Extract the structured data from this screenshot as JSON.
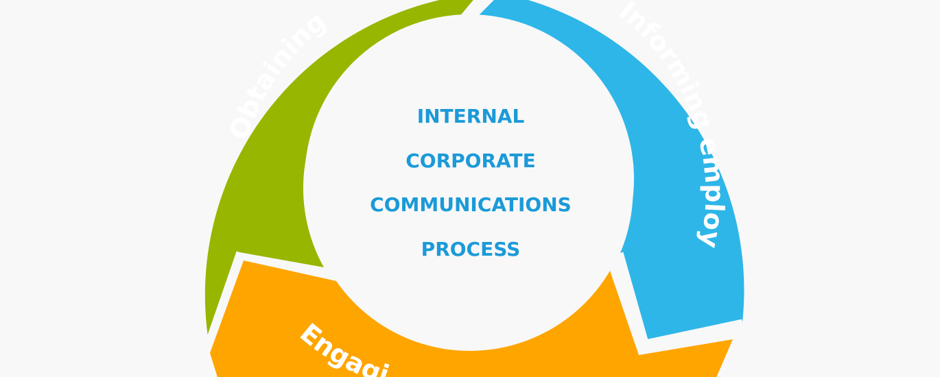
{
  "diagram": {
    "center_lines": [
      "INTERNAL",
      "CORPORATE",
      "COMMUNICATIONS",
      "PROCESS"
    ],
    "segments": [
      {
        "label": "Informing employees",
        "color": "#2eb6e8"
      },
      {
        "label": "Engaging employees",
        "color": "#ffa500"
      },
      {
        "label": "Obtaining feedback",
        "color": "#97b600"
      }
    ],
    "center_fill": "#f8f8f8",
    "center_text_color": "#1b9ad8"
  }
}
